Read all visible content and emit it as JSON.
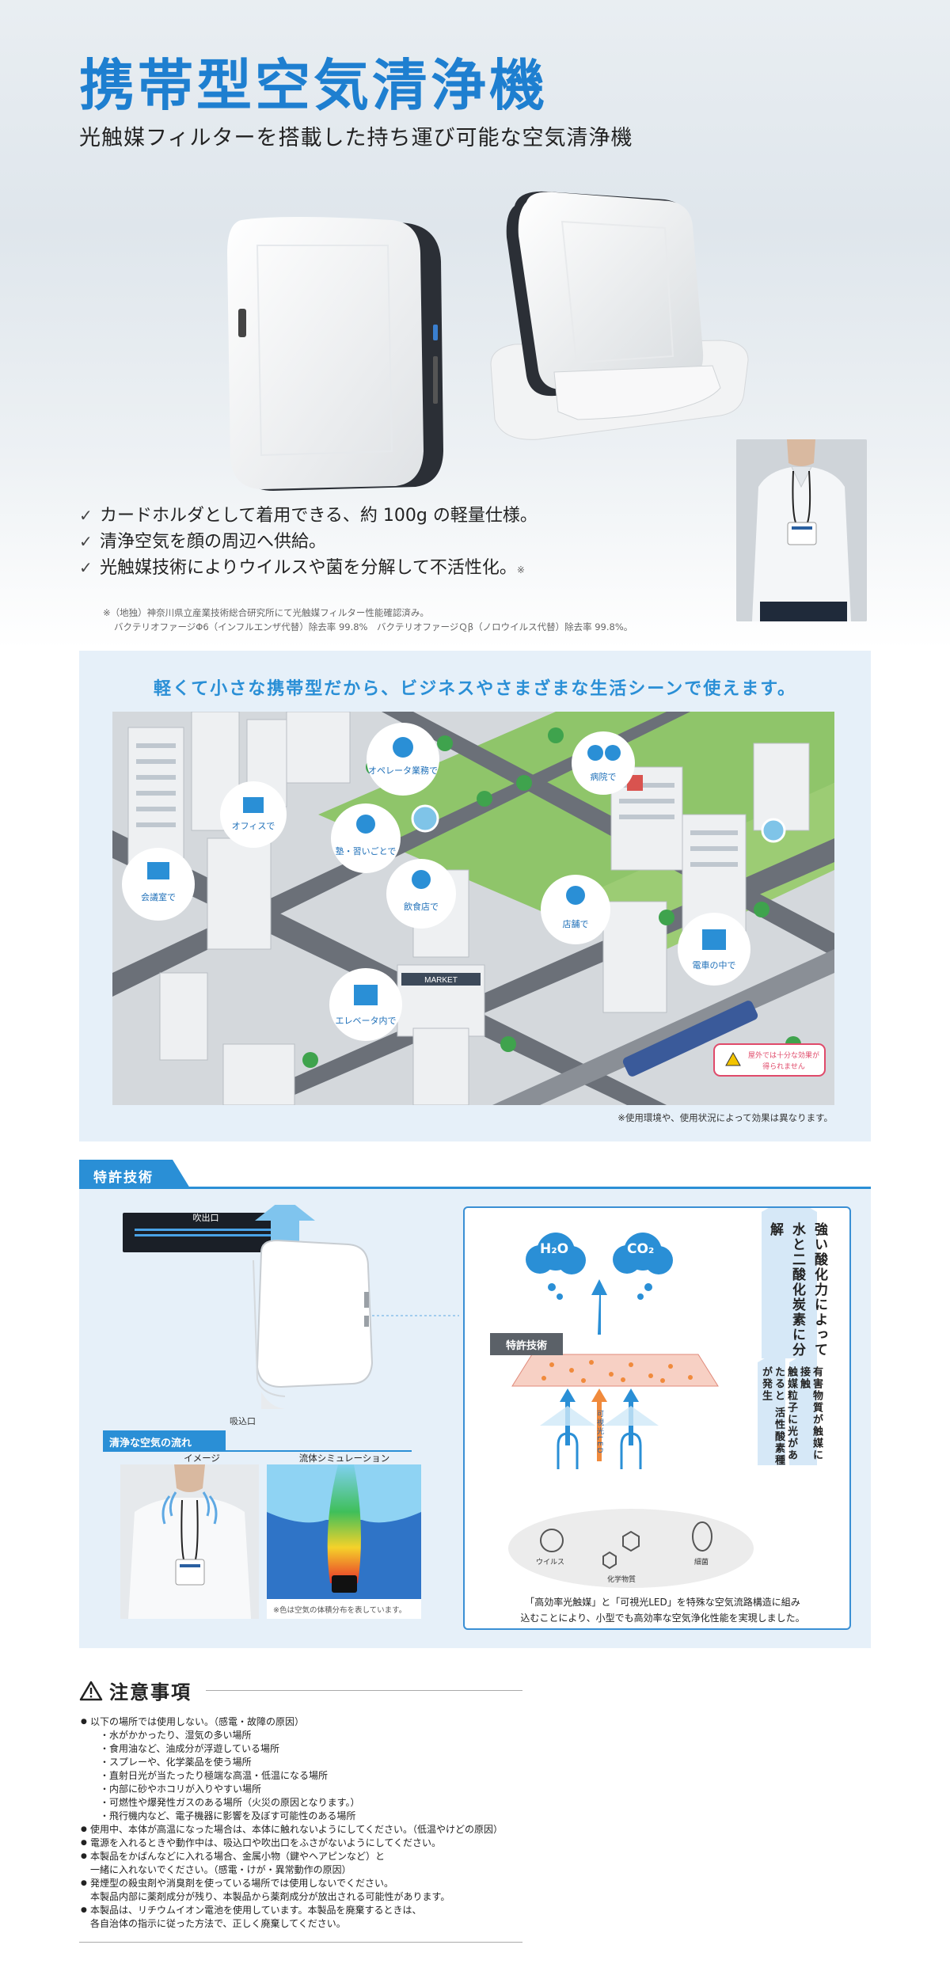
{
  "hero": {
    "title": "携帯型空気清浄機",
    "subtitle": "光触媒フィルターを搭載した持ち運び可能な空気清浄機",
    "features": [
      "カードホルダとして着用できる、約 100g の軽量仕様。",
      "清浄空気を顔の周辺へ供給。",
      "光触媒技術によりウイルスや菌を分解して不活性化。"
    ],
    "feature_mark": "※",
    "check_glyph": "✓",
    "note_line1": "※（地独）神奈川県立産業技術総合研究所にて光触媒フィルター性能確認済み。",
    "note_line2": "バクテリオファージΦ6（インフルエンザ代替）除去率 99.8%　バクテリオファージＱβ（ノロウイルス代替）除去率 99.8%。"
  },
  "scenes": {
    "title": "軽くて小さな携帯型だから、ビジネスやさまざまな生活シーンで使えます。",
    "labels": {
      "operator": "オペレータ業務で",
      "hospital": "病院で",
      "office": "オフィスで",
      "study": "塾・習いごとで",
      "meeting": "会議室で",
      "restaurant": "飲食店で",
      "shop": "店舗で",
      "train": "電車の中で",
      "elevator": "エレベータ内で"
    },
    "warning_line1": "屋外では十分な効果が",
    "warning_line2": "得られません",
    "note": "※使用環境や、使用状況によって効果は異なります。",
    "market_sign": "MARKET"
  },
  "patent": {
    "tab": "特許技術",
    "outlet": "吹出口",
    "intake": "吸込口",
    "flow_tab": "清浄な空気の流れ",
    "image_caption": "イメージ",
    "sim_caption": "流体シミュレーション",
    "sim_note": "※色は空気の体積分布を表しています。",
    "panel_tag": "特許技術",
    "h2o": "H₂O",
    "co2": "CO₂",
    "led_label": "可視光LED",
    "strong": "強い酸化力によって水と二酸化炭素に分解",
    "active_col1": "触媒粒子に光があたると",
    "active_col2": "活性酸素種が発生",
    "contact": "有害物質が触媒に接触",
    "virus": "ウイルス",
    "chemical": "化学物質",
    "bacteria": "細菌",
    "caption_line1": "「高効率光触媒」と「可視光LED」を特殊な空気流路構造に組み",
    "caption_line2": "込むことにより、小型でも高効率な空気浄化性能を実現しました。"
  },
  "caution": {
    "title": "注意事項",
    "icon": "warning-triangle-icon",
    "items": [
      "以下の場所では使用しない。（感電・故障の原因）",
      "・水がかかったり、湿気の多い場所",
      "・食用油など、油成分が浮遊している場所",
      "・スプレーや、化学薬品を使う場所",
      "・直射日光が当たったり極端な高温・低温になる場所",
      "・内部に砂やホコリが入りやすい場所",
      "・可燃性や爆発性ガスのある場所（火災の原因となります。）",
      "・飛行機内など、電子機器に影響を及ぼす可能性のある場所",
      "使用中、本体が高温になった場合は、本体に触れないようにしてください。（低温やけどの原因）",
      "電源を入れるときや動作中は、吸込口や吹出口をふさがないようにしてください。",
      "本製品をかばんなどに入れる場合、金属小物（鍵やヘアピンなど）と",
      "一緒に入れないでください。（感電・けが・異常動作の原因）",
      "発煙型の殺虫剤や消臭剤を使っている場所では使用しないでください。",
      "本製品内部に薬剤成分が残り、本製品から薬剤成分が放出される可能性があります。",
      "本製品は、リチウムイオン電池を使用しています。本製品を廃棄するときは、",
      "各自治体の指示に従った方法で、正しく廃棄してください。"
    ]
  },
  "colors": {
    "accent": "#2a8fd6",
    "title_blue": "#1e7fd0",
    "panel_bg": "#e6f0f9"
  }
}
